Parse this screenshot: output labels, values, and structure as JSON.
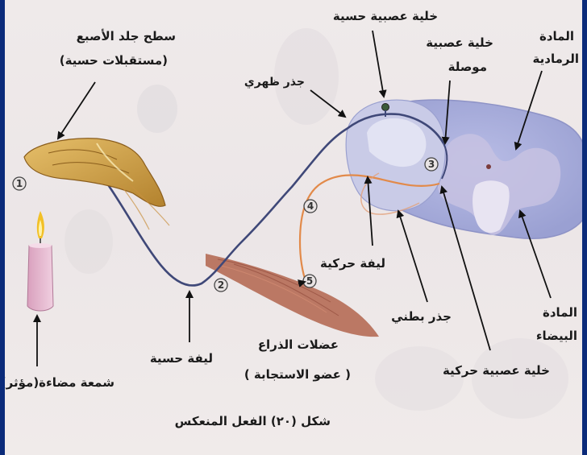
{
  "labels": {
    "finger_surface": "سطح جلد الأصبع",
    "sensory_receptors": "(مستقبلات حسية)",
    "sensory_neuron": "خلية عصبية حسية",
    "interneuron_1": "خلية عصبية",
    "interneuron_2": "موصلة",
    "grey_matter_1": "المادة",
    "grey_matter_2": "الرمادية",
    "dorsal_root": "جذر ظهري",
    "motor_fiber": "ليفة حركية",
    "ventral_root": "جذر بطني",
    "white_matter_1": "المادة",
    "white_matter_2": "البيضاء",
    "sensory_fiber": "ليفة حسية",
    "arm_muscles": "عضلات الذراع",
    "response_organ": "( عضو الاستجابة )",
    "motor_neuron": "خلية عصبية حركية",
    "candle": "شمعة مضاءة(مؤثر)",
    "caption": "شكل (٢٠) الفعل المنعكس"
  },
  "markers": [
    "1",
    "2",
    "3",
    "4",
    "5"
  ],
  "colors": {
    "frame": "#0b2b7a",
    "spinal_cord": "#aeb3de",
    "nerve": "#3f4878",
    "motor_fiber": "#e28a4a",
    "muscle": "#b0604a",
    "finger": "#d4a24e",
    "candle": "#e2b4c8",
    "flame": "#f2c026"
  }
}
